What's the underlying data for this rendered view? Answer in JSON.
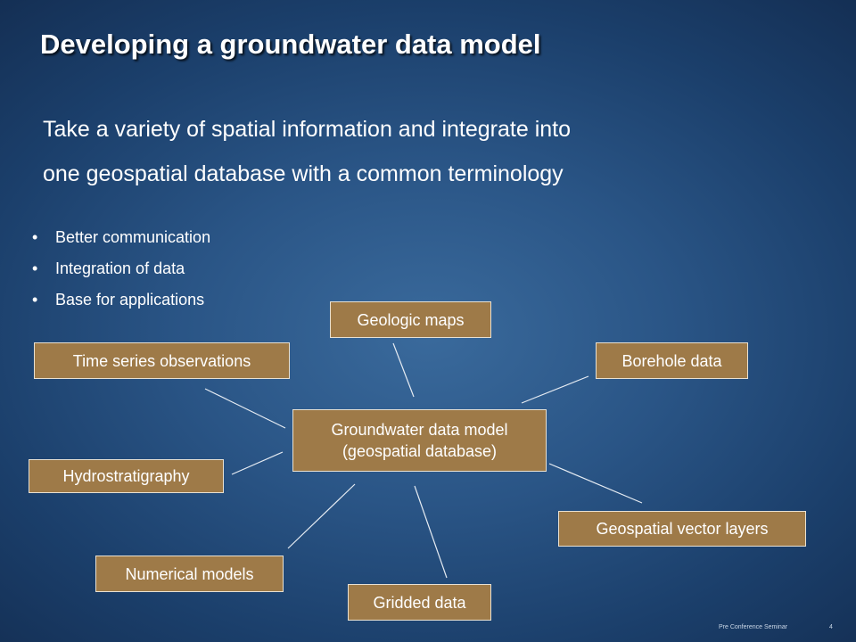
{
  "slide": {
    "title": "Developing a groundwater data model",
    "subtitle_lines": [
      "Take a variety of spatial information and integrate into",
      "one geospatial database with a common terminology"
    ],
    "bullets": [
      "Better communication",
      "Integration of data",
      "Base for applications"
    ]
  },
  "diagram": {
    "center": {
      "line1": "Groundwater data model",
      "line2": "(geospatial database)"
    },
    "nodes": {
      "geologic_maps": "Geologic maps",
      "time_series": "Time series observations",
      "borehole": "Borehole data",
      "hydrostratigraphy": "Hydrostratigraphy",
      "geospatial_vector": "Geospatial vector layers",
      "numerical_models": "Numerical models",
      "gridded_data": "Gridded data"
    }
  },
  "footer": {
    "label": "Pre Conference Seminar",
    "page": "4"
  },
  "colors": {
    "box_fill": "#9e7a48",
    "box_border": "#e9e1d2",
    "background": "#2a5586"
  }
}
